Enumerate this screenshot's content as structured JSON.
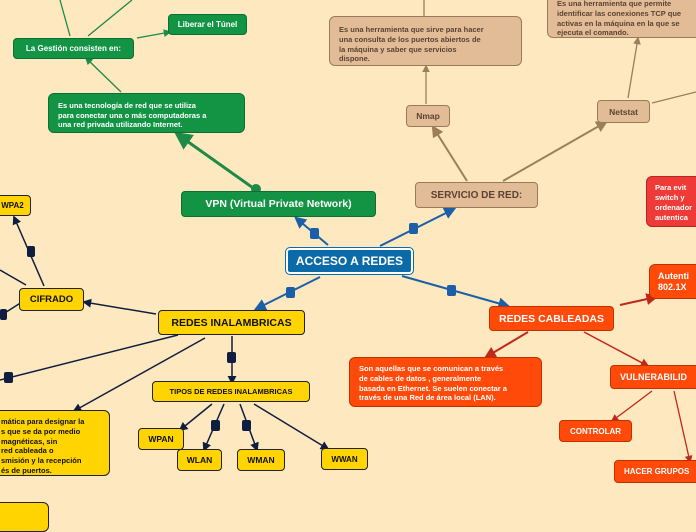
{
  "colors": {
    "background": "#fee8c0",
    "green": "#139444",
    "blue": "#0b6aa8",
    "tan": "#e2bc97",
    "yellow": "#ffd400",
    "orange_red": "#ff4a0a",
    "red": "#ee3b37"
  },
  "nodes": {
    "central": "ACCESO A REDES",
    "vpn": "VPN  (Virtual Private Network)",
    "vpn_desc": "Es una tecnología de red que se utiliza\npara conectar una o más computadoras a\nuna red privada utilizando Internet.",
    "gestion": "La Gestión consisten en:",
    "liberar": "Liberar el Túnel",
    "servicio": "SERVICIO DE RED:",
    "nmap": "Nmap",
    "netstat": "Netstat",
    "nmap_desc": "Es una herramienta que  sirve para hacer\nuna consulta de los puertos abiertos de\nla máquina y saber que servicios\ndispone.",
    "netstat_desc": "Es una herramienta que permite\nidentificar las conexiones TCP que\nactivas en la máquina en la que se\nejecuta el comando.",
    "inalambricas": "REDES INALAMBRICAS",
    "cifrado": "CIFRADO",
    "wpa2": "WPA2",
    "tipos": "TIPOS DE REDES INALAMBRICAS",
    "wpan": "WPAN",
    "wlan": "WLAN",
    "wman": "WMAN",
    "wwan": "WWAN",
    "inal_desc": "mática para designar la\ns que se da por medio\nmagnéticas, sin\nred cableada o\nsmisión y la recepción\nés de puertos.",
    "cableadas": "REDES CABLEADAS",
    "cableadas_desc": "Son aquellas que se comunican a través\nde cables de datos , generalmente\nbasada en Ethernet. Se suelen conectar a\ntravés de una Red de área local (LAN).",
    "vulnerabilidades": "VULNERABILID",
    "controlar": "CONTROLAR",
    "hacer_grupos": "HACER GRUPOS",
    "autenticacion": "Autenti\n802.1X",
    "red_desc": "Para evit\nswitch y\nordenador\nautentica"
  }
}
